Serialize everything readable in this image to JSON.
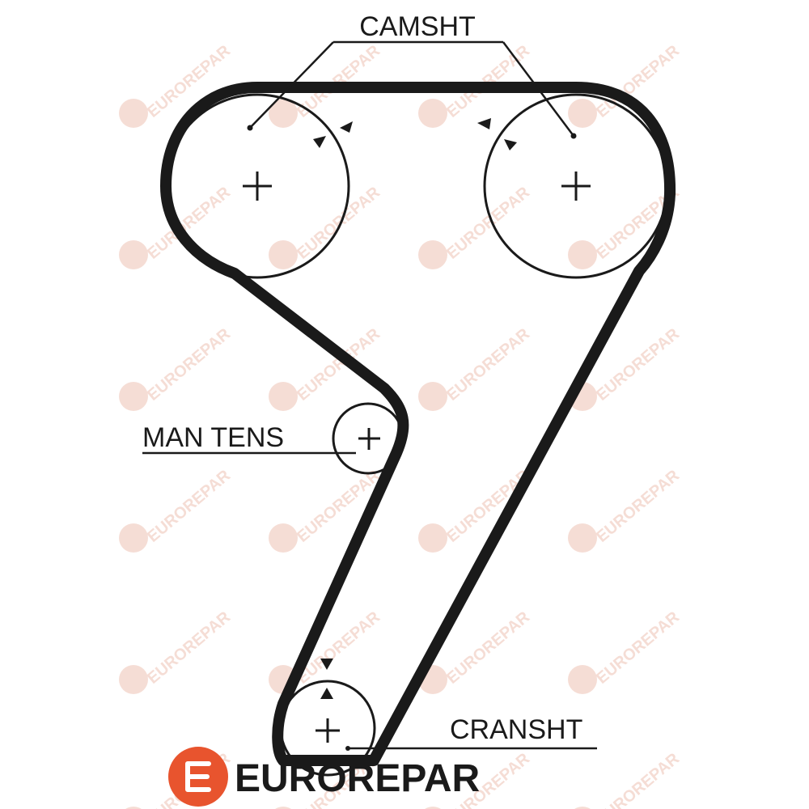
{
  "diagram": {
    "labels": {
      "camshaft": "CAMSHT",
      "tensioner": "MAN TENS",
      "crankshaft": "CRANSHT"
    }
  },
  "brand": {
    "name": "EUROREPAR",
    "watermark_text": "EUROREPAR",
    "logo_color": "#e8542e",
    "watermark_color": "#f2cfc4"
  },
  "colors": {
    "belt": "#1a1a1a",
    "line": "#1a1a1a",
    "background": "#ffffff"
  }
}
